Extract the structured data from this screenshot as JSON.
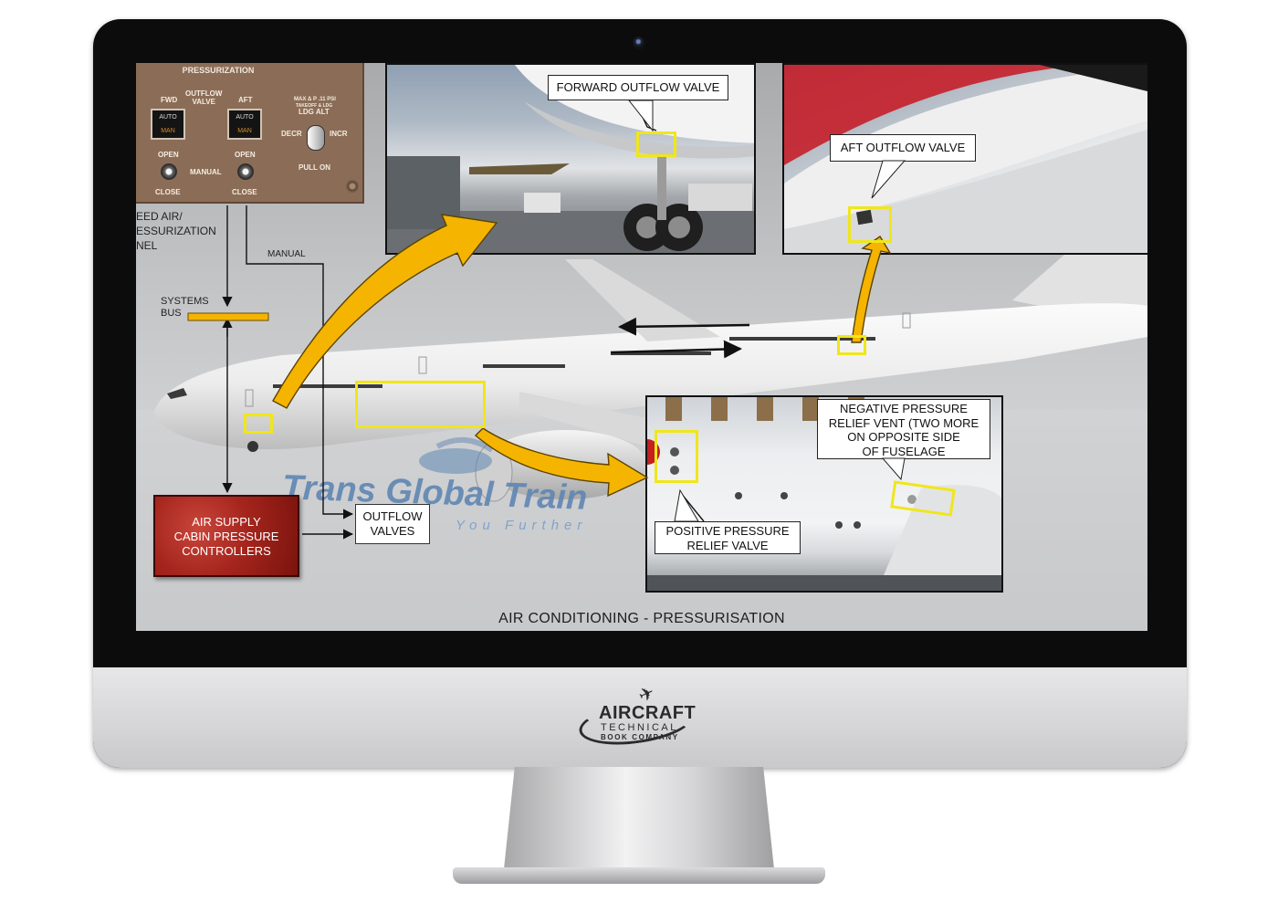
{
  "panel": {
    "title": "PRESSURIZATION",
    "fwd": "FWD",
    "outflow_valve": "OUTFLOW\nVALVE",
    "aft": "AFT",
    "auto": "AUTO",
    "man": "MAN",
    "open": "OPEN",
    "manual": "MANUAL",
    "close": "CLOSE",
    "max_dp": "MAX Δ P .11 PSI",
    "takeoff_ldg": "TAKEOFF & LDG",
    "ldg_alt": "LDG ALT",
    "decr": "DECR",
    "incr": "INCR",
    "pull_on": "PULL ON",
    "caption_lines": [
      "EED AIR/",
      "ESSURIZATION",
      "NEL"
    ]
  },
  "diagram": {
    "manual": "MANUAL",
    "systems": "SYSTEMS",
    "bus": "BUS",
    "air_supply": [
      "AIR SUPPLY",
      "CABIN PRESSURE",
      "CONTROLLERS"
    ],
    "outflow": [
      "OUTFLOW",
      "VALVES"
    ]
  },
  "callouts": {
    "forward": "FORWARD OUTFLOW VALVE",
    "aft": "AFT OUTFLOW VALVE",
    "negative": [
      "NEGATIVE PRESSURE",
      "RELIEF VENT (TWO MORE",
      "ON OPPOSITE SIDE",
      "OF FUSELAGE"
    ],
    "positive": [
      "POSITIVE PRESSURE",
      "RELIEF VALVE"
    ]
  },
  "watermark": {
    "main": "Trans Global Train",
    "sub": "You Further"
  },
  "caption": "AIR CONDITIONING - PRESSURISATION",
  "brand": {
    "line1": "AIRCRAFT",
    "line2": "TECHNICAL",
    "line3": "BOOK COMPANY"
  },
  "colors": {
    "highlight": "#f0e61a",
    "arrow": "#f5b400",
    "bus": "#f5b400",
    "controller": "#a5251d"
  }
}
